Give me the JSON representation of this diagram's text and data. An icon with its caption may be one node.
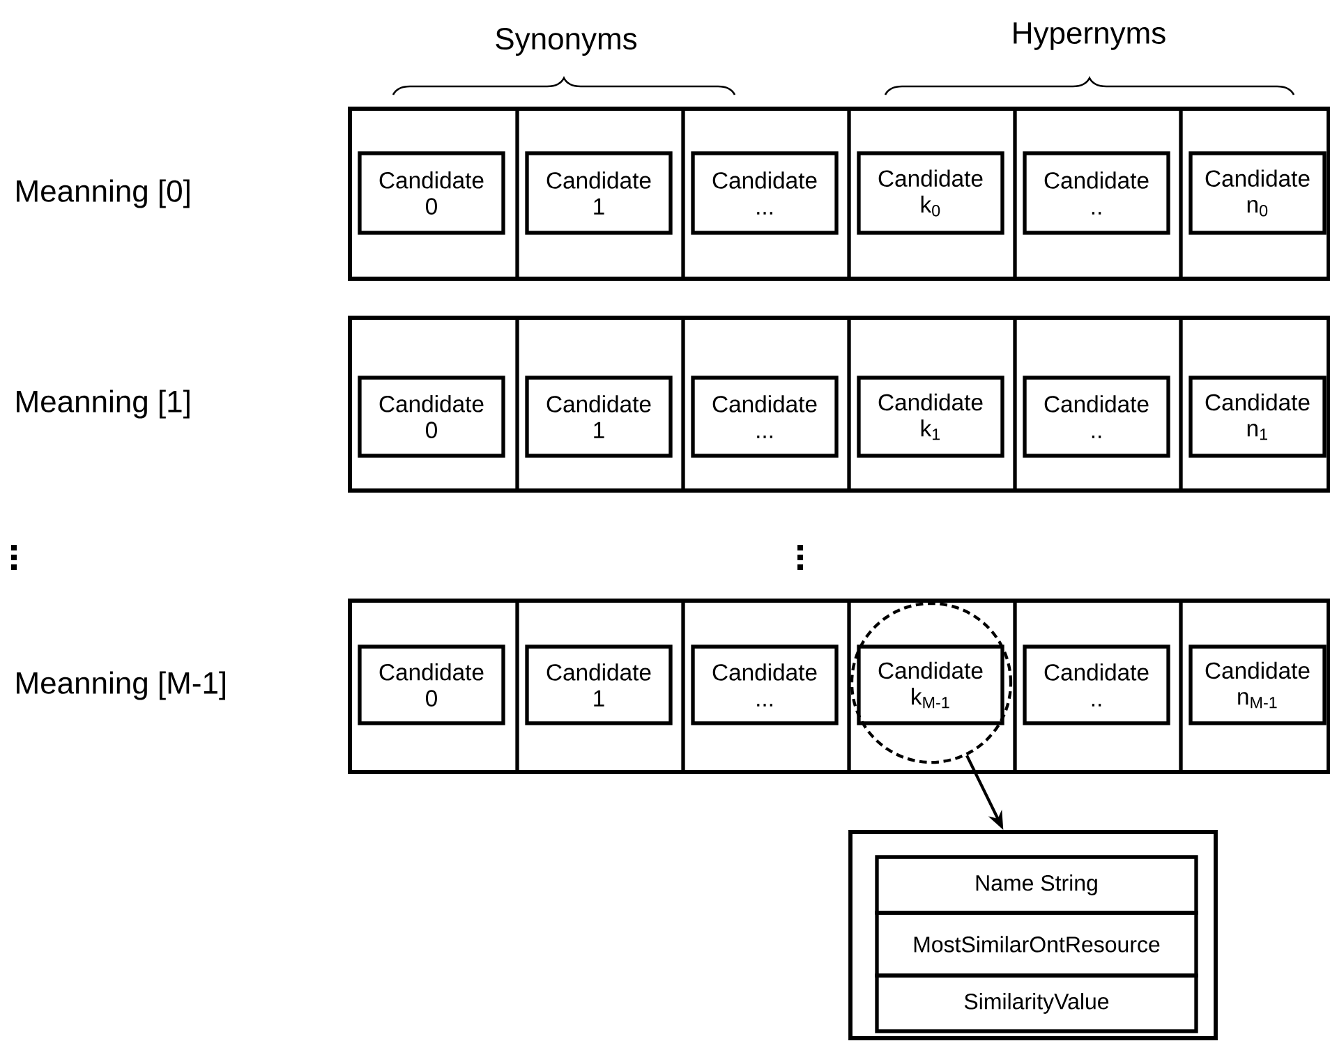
{
  "diagram": {
    "nodes": [
      {
        "text": [],
        "shape": "box"
      },
      {
        "text": [
          "Candidate 0"
        ],
        "in": 0
      },
      {
        "text": [
          "Candidate 1"
        ],
        "in": 0
      },
      {
        "text": [
          "Candidate ..."
        ],
        "in": 0
      },
      {
        "text": [
          "Candidate k$_{0}$"
        ],
        "in": 0
      },
      {
        "text": [
          "Candidate .."
        ],
        "in": 0
      },
      {
        "text": [
          "Candidate n$_{0}$"
        ],
        "in": 0
      },
      {
        "text": [],
        "shape": "box"
      },
      {
        "text": [
          "Candidate 0"
        ],
        "in": 7
      },
      {
        "text": [
          "Candidate 1"
        ],
        "in": 7
      },
      {
        "text": [
          "Candidate ..."
        ],
        "in": 7
      },
      {
        "text": [
          "Candidate k$_{1}$"
        ],
        "in": 7
      },
      {
        "text": [
          "Candidate .."
        ],
        "in": 7
      },
      {
        "text": [
          "Candidate n$_{1}$"
        ],
        "in": 7
      },
      {
        "text": [],
        "shape": "box"
      },
      {
        "text": [
          "Candidate 0"
        ],
        "in": 14
      },
      {
        "text": [
          "Candidate 1"
        ],
        "in": 14
      },
      {
        "text": [
          "Candidate ..."
        ],
        "in": 14
      },
      {
        "text": [],
        "shape": "circle",
        "in": 14
      },
      {
        "text": [
          "Candidate k$_{M-1}$"
        ],
        "in": 18
      },
      {
        "text": [
          "Candidate .."
        ],
        "in": 14
      },
      {
        "text": [
          "Candidate n$_{M-1}$"
        ],
        "in": 14
      },
      {
        "text": [],
        "shape": "box"
      },
      {
        "text": [
          "Name String"
        ],
        "in": 22
      },
      {
        "text": [
          "MostSimilarOntResource"
        ],
        "in": 22
      },
      {
        "text": [
          "SimilarityValue"
        ],
        "in": 22
      }
    ],
    "edges": [
      {
        "from": 18,
        "to": 22,
        "arrow": "to"
      }
    ],
    "labels": [
      "Synonyms",
      "Hypernyms",
      "Meanning [0]",
      "Meanning [1]",
      "Meanning [M-1]"
    ]
  }
}
